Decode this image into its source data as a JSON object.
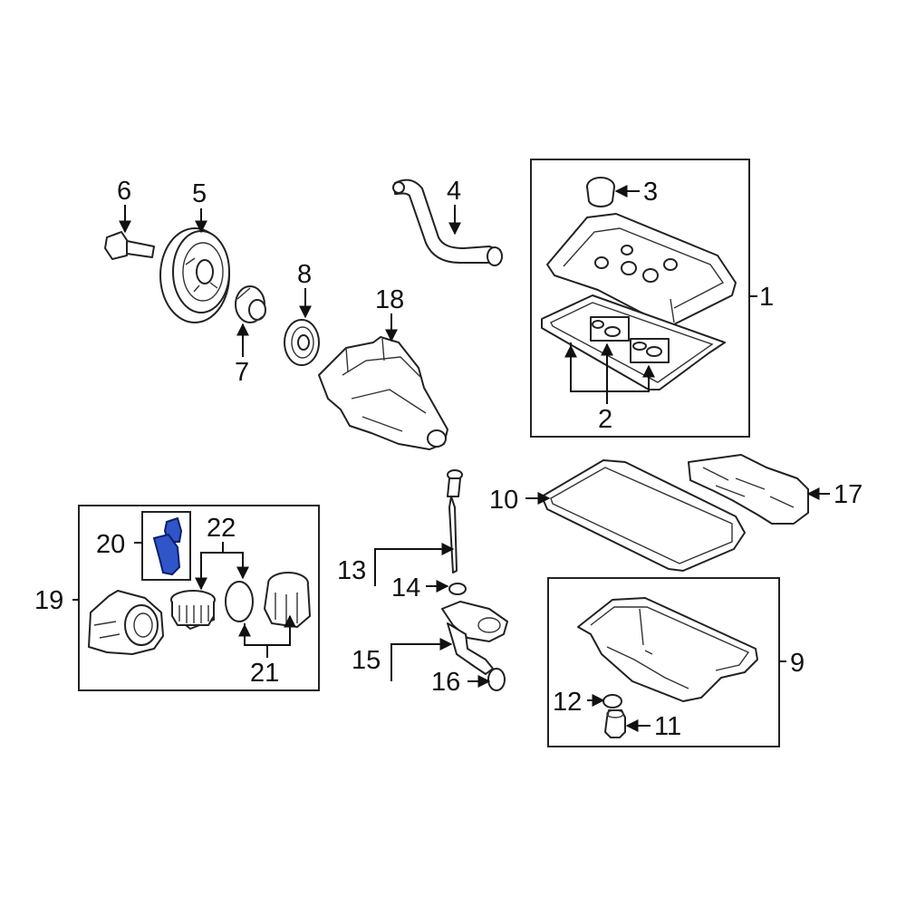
{
  "diagram": {
    "accent_color": "#2f55c9",
    "highlighted_callouts": [
      "20"
    ],
    "callouts": {
      "c1": "1",
      "c2": "2",
      "c3": "3",
      "c4": "4",
      "c5": "5",
      "c6": "6",
      "c7": "7",
      "c8": "8",
      "c9": "9",
      "c10": "10",
      "c11": "11",
      "c12": "12",
      "c13": "13",
      "c14": "14",
      "c15": "15",
      "c16": "16",
      "c17": "17",
      "c18": "18",
      "c19": "19",
      "c20": "20",
      "c21": "21",
      "c22": "22"
    }
  }
}
